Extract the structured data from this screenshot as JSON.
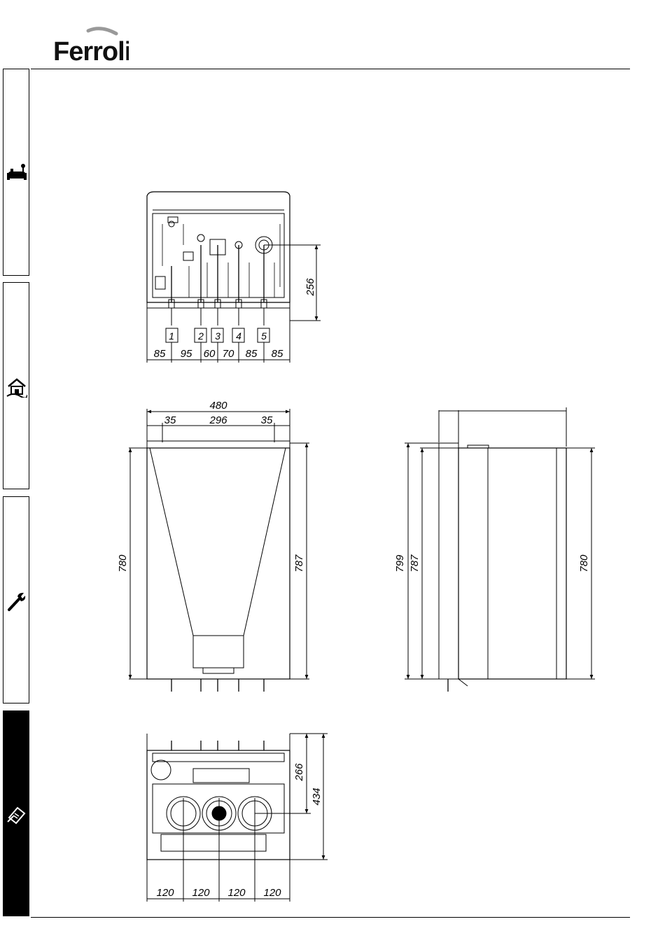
{
  "brand": {
    "name": "Ferroli"
  },
  "sidebar": {
    "tabs": [
      {
        "icon": "sofa-icon",
        "active": false
      },
      {
        "icon": "house-icon",
        "active": false
      },
      {
        "icon": "wrench-icon",
        "active": false
      },
      {
        "icon": "clipboard-icon",
        "active": true
      }
    ]
  },
  "bottom_view": {
    "connection_labels": [
      "1",
      "2",
      "3",
      "4",
      "5"
    ],
    "dims": {
      "height": "256",
      "spacing": [
        "85",
        "95",
        "60",
        "70",
        "85",
        "85"
      ]
    }
  },
  "front_view": {
    "dims": {
      "width": "480",
      "left_offset": "35",
      "center": "296",
      "right_offset": "35",
      "height_left": "780",
      "height_right": "787"
    }
  },
  "side_view": {
    "dims": {
      "total_height": "799",
      "height_inner": "787",
      "height_right": "780"
    }
  },
  "top_view": {
    "dims": {
      "depth_inner": "266",
      "depth_total": "434",
      "spacing": [
        "120",
        "120",
        "120",
        "120"
      ]
    }
  },
  "colors": {
    "line": "#000000",
    "active_tab": "#000000"
  }
}
